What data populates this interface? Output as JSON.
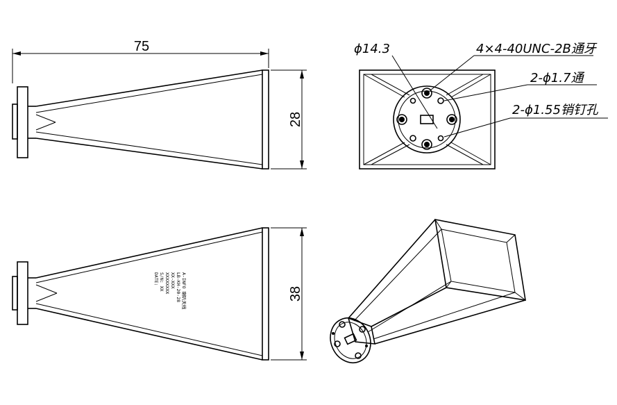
{
  "drawing": {
    "dimensions": {
      "length": "75",
      "height_top": "28",
      "height_side": "38"
    },
    "callouts": {
      "diameter_circle": "ϕ14.3",
      "thread_holes": "4×4-40UNC-2B通牙",
      "through_holes": "2-ϕ1.7通",
      "pin_holes": "2-ϕ1.55销钉孔"
    },
    "nameplate_lines": [
      "A-INFO 喇叭天线",
      "LB-KH-20-28",
      "XX-XXX",
      "XXXXXXXX",
      "S/N: XX",
      "DATE:"
    ]
  }
}
